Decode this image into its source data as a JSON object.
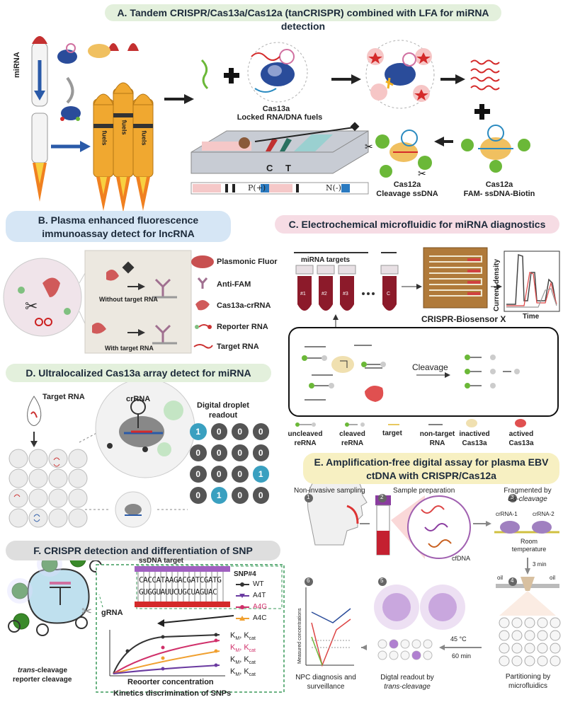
{
  "colors": {
    "banner_green": "#e3f0dc",
    "banner_blue": "#d6e6f5",
    "banner_pink": "#f6dce4",
    "banner_yellow": "#f7f0c2",
    "banner_grey": "#dedede",
    "fuel": "#f0a830",
    "flame": "#f08020",
    "cas_blue": "#2a4c9a",
    "red": "#d42a2a",
    "green": "#6bb838",
    "pink": "#e8a0a8",
    "dark": "#3a3a3a"
  },
  "panel_a": {
    "title": "A. Tandem CRISPR/Cas13a/Cas12a (tanCRISPR) combined with LFA  for miRNA detection",
    "mirna": "miRNA",
    "fuels": "fuels",
    "cas13a": "Cas13a",
    "locked": "Locked RNA/DNA fuels",
    "cas12a_left": "Cas12a",
    "cleavage": "Cleavage ssDNA",
    "cas12a_right": "Cas12a",
    "fam": "FAM- ssDNA-Biotin",
    "c_line": "C",
    "t_line": "T",
    "p_label": "P(+)",
    "n_label": "N(-)"
  },
  "panel_b": {
    "title": "B. Plasma enhanced fluorescence immunoassay detect for lncRNA",
    "without": "Without target RNA",
    "with": "With target RNA",
    "legend": [
      "Plasmonic Fluor",
      "Anti-FAM",
      "Cas13a-crRNA",
      "Reporter RNA",
      "Target RNA"
    ]
  },
  "panel_c": {
    "title": "C. Electrochemical microfluidic for  miRNA diagnostics",
    "mirna_targets": "miRNA targets",
    "biosensor": "CRISPR-Biosensor X",
    "ylabel": "Current density",
    "xlabel": "Time",
    "tubes": [
      "#1",
      "#2",
      "#3",
      "C"
    ],
    "cleavage": "Cleavage",
    "legend": [
      "uncleaved reRNA",
      "cleaved reRNA",
      "target",
      "non-target RNA",
      "inactived Cas13a",
      "actived Cas13a"
    ]
  },
  "panel_d": {
    "title": "D. Ultralocalized Cas13a array detect for miRNA",
    "target": "Target RNA",
    "crrna": "crRNA",
    "readout": "Digital droplet readout",
    "grid": [
      [
        "1",
        "0",
        "0",
        "0"
      ],
      [
        "0",
        "0",
        "0",
        "0"
      ],
      [
        "0",
        "0",
        "0",
        "1"
      ],
      [
        "0",
        "1",
        "0",
        "0"
      ]
    ]
  },
  "panel_e": {
    "title": "E.  Amplification-free digital assay for plasma EBV ctDNA with CRISPR/Cas12a",
    "step1": "Non-invasive sampling",
    "step2": "Sample preparation",
    "step3a": "Fragmented by",
    "step3b": "cis-cleavage",
    "crrna1": "crRNA-1",
    "crrna2": "crRNA-2",
    "room": "Room temperature",
    "min3": "3 min",
    "cfdna": "cfDNA",
    "oil": "oil",
    "temp": "45 °C",
    "min60": "60 min",
    "step4": "Partitioning by microfluidics",
    "step5a": "Digtal readout by",
    "step5b": "trans-cleavage",
    "step6a": "NPC diagnosis and",
    "step6b": "surveillance",
    "ylabel": "Measured concentrations",
    "nums": [
      "1",
      "2",
      "3",
      "4",
      "5",
      "6"
    ]
  },
  "panel_f": {
    "title": "F. CRISPR detection and differentiation of SNP",
    "ssdna": "ssDNA target",
    "seq1": "CACCATAAGACGATCGATG",
    "seq2": "GUGGUAUUCUGCUAGUAC",
    "grna": "gRNA",
    "snp_title": "SNP#4",
    "snp_legend": [
      "WT",
      "A4T",
      "A4G",
      "A4C"
    ],
    "snp_colors": [
      "#333333",
      "#6a3aa0",
      "#d0306a",
      "#f0a030"
    ],
    "km": "K",
    "km_sub": "M",
    "kcat": "K",
    "kcat_sub": "cat",
    "xlabel": "Reoorter concentration",
    "caption": "Kinetics discrimination of SNPs",
    "trans1": "trans",
    "trans2": "-cleavage",
    "trans3": "reporter cleavage"
  }
}
